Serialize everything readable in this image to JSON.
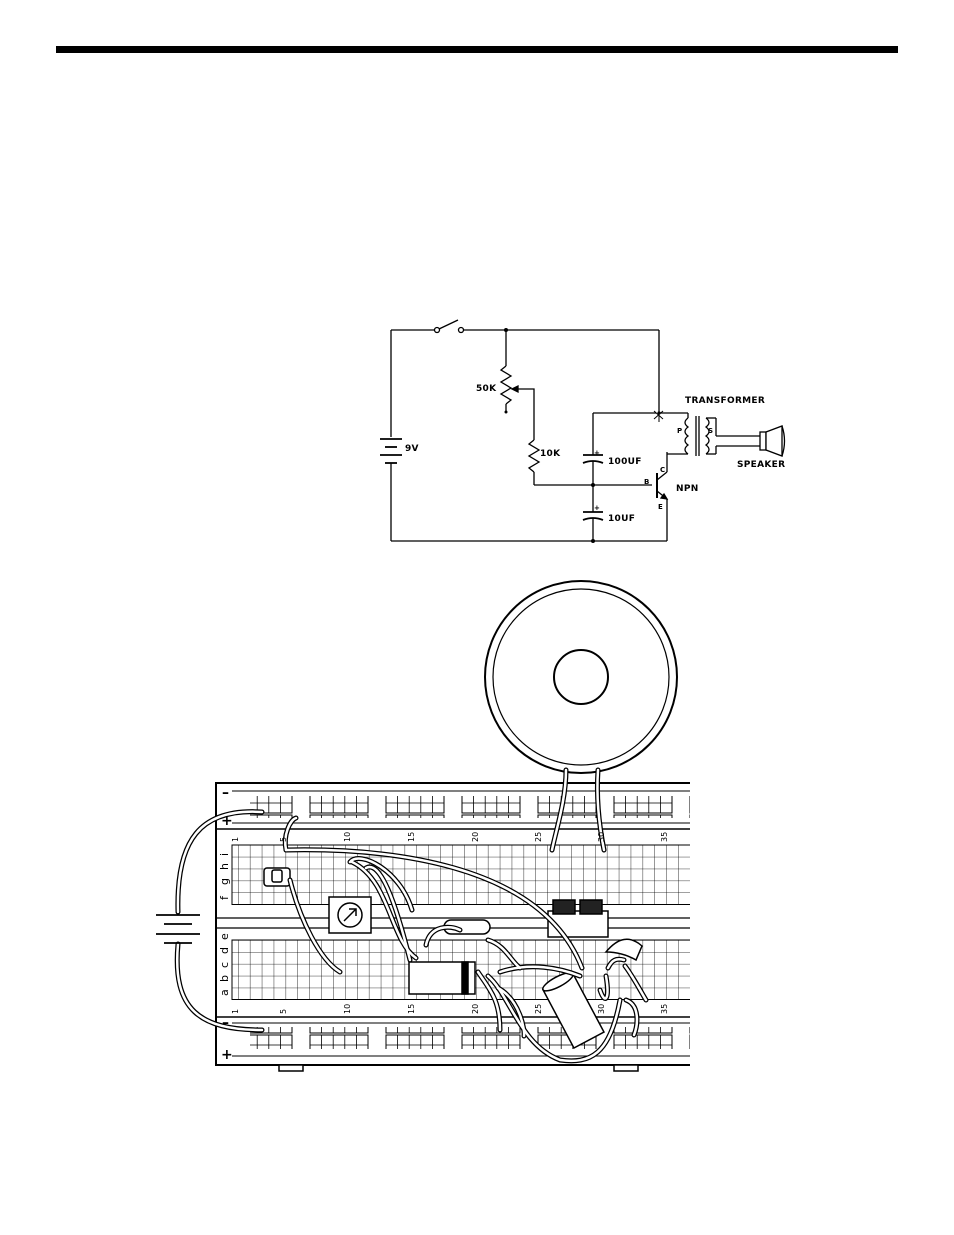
{
  "schematic": {
    "battery": "9V",
    "pot": "50K",
    "resistor": "10K",
    "cap_top": "100UF",
    "cap_bottom": "10UF",
    "cap_polarity": "+",
    "transistor": "NPN",
    "pin_b": "B",
    "pin_c": "C",
    "pin_e": "E",
    "transformer": "TRANSFORMER",
    "primary": "P",
    "secondary": "S",
    "speaker": "SPEAKER"
  },
  "breadboard": {
    "rail_plus": "+",
    "rail_minus": "–",
    "col_numbers": [
      "1",
      "5",
      "10",
      "15",
      "20",
      "25",
      "30",
      "35"
    ],
    "rows_top": [
      "f",
      "g",
      "h",
      "i"
    ],
    "rows_bottom": [
      "a",
      "b",
      "c",
      "d",
      "e"
    ]
  }
}
